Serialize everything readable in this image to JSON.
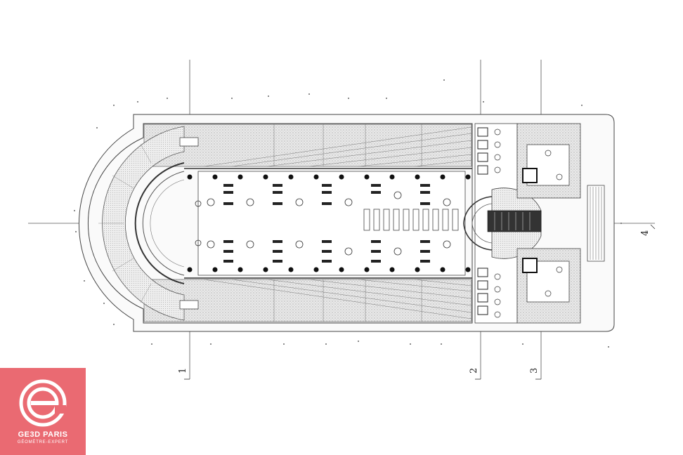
{
  "drawing": {
    "axes": [
      {
        "id": "1",
        "label": "1"
      },
      {
        "id": "2",
        "label": "2"
      },
      {
        "id": "3",
        "label": "3"
      },
      {
        "id": "4",
        "label": "4"
      }
    ]
  },
  "logo": {
    "title": "GE3D PARIS",
    "subtitle": "GÉOMÈTRE-EXPERT",
    "background_color": "#ea6a72"
  }
}
